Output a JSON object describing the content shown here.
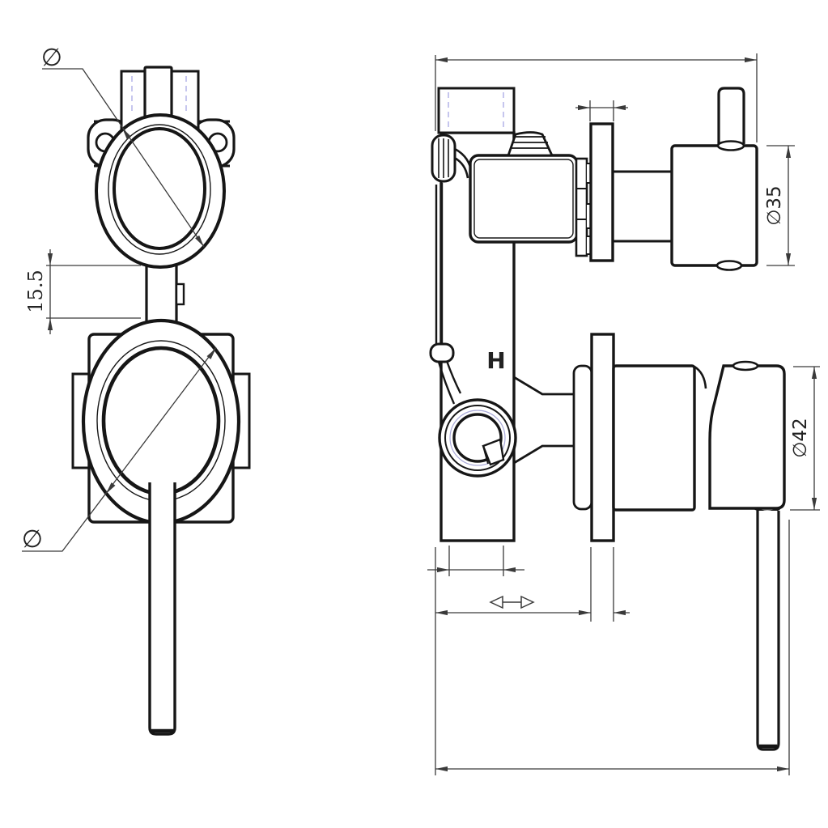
{
  "drawing": {
    "type": "technical-drawing",
    "colors": {
      "background": "#ffffff",
      "outline": "#161616",
      "dimension": "#3a3a3a",
      "hidden_line": "#c6c6ee"
    },
    "front_view": {
      "upper_diameter_symbol": "∅",
      "lower_diameter_symbol": "∅",
      "trim_gap_dimension": "15.5"
    },
    "side_view": {
      "hot_marking": "H",
      "knob_diameter_label": "∅35",
      "handle_diameter_label": "∅42"
    },
    "icons": {
      "adjustable_range": "double-arrow"
    }
  }
}
